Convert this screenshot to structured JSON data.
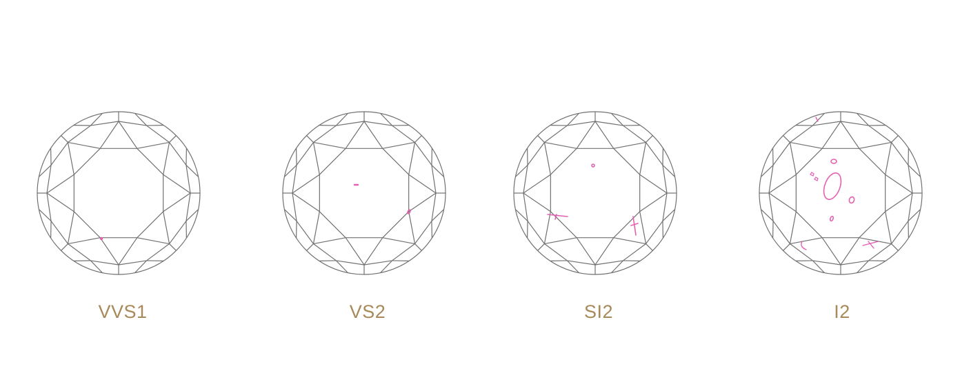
{
  "colors": {
    "outline": "#707070",
    "inclusion": "#e55fb0",
    "label": "#a8895a",
    "background": "#ffffff"
  },
  "grades": [
    {
      "label": "VVS1"
    },
    {
      "label": "VS2"
    },
    {
      "label": "SI2"
    },
    {
      "label": "I2"
    }
  ]
}
